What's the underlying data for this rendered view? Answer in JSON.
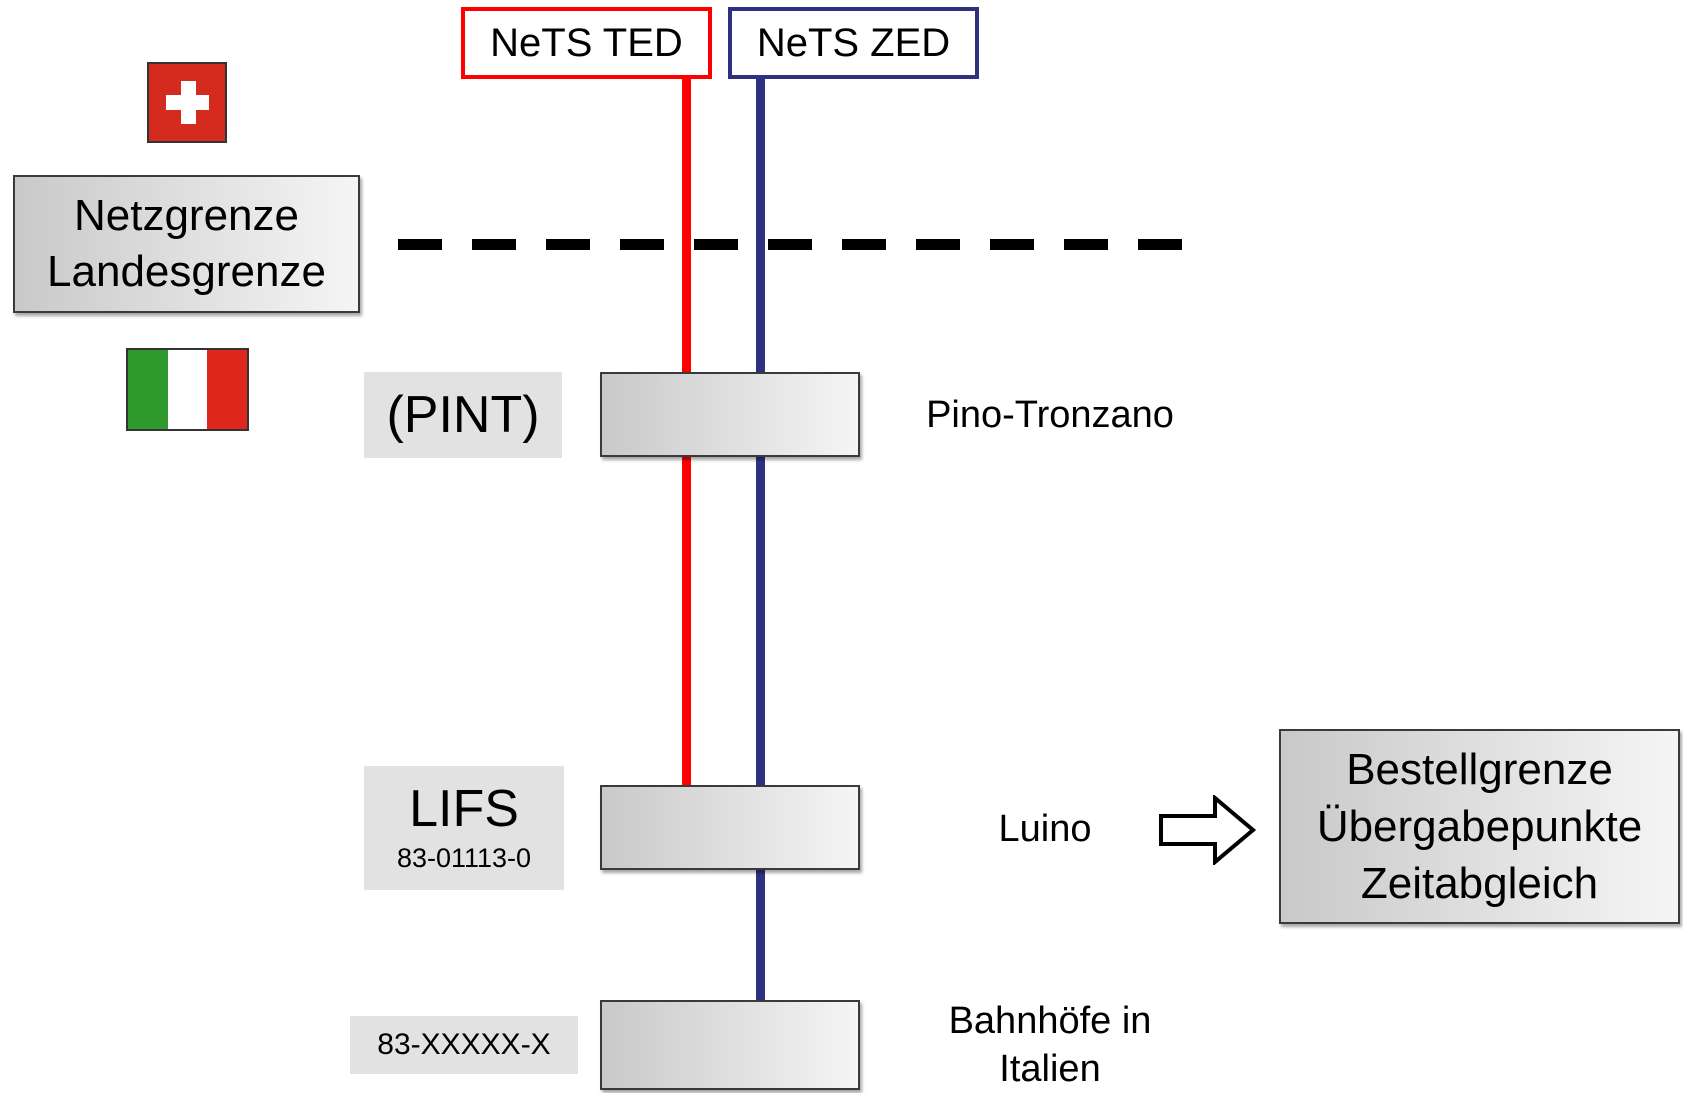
{
  "systems": {
    "ted": {
      "label": "NeTS TED",
      "color": "#ff0000"
    },
    "zed": {
      "label": "NeTS ZED",
      "color": "#2e3180"
    }
  },
  "legend": {
    "line1": "Netzgrenze",
    "line2": "Landesgrenze"
  },
  "flags": {
    "top": "switzerland-flag",
    "bottom": "italy-flag"
  },
  "stations": [
    {
      "code": "(PINT)",
      "number": "",
      "name": "Pino-Tronzano"
    },
    {
      "code": "LIFS",
      "number": "83-01113-0",
      "name": "Luino"
    },
    {
      "code": "",
      "number": "83-XXXXX-X",
      "name_line1": "Bahnhöfe in",
      "name_line2": "Italien"
    }
  ],
  "order_box": {
    "line1": "Bestellgrenze",
    "line2": "Übergabepunkte",
    "line3": "Zeitabgleich"
  },
  "colors": {
    "box_border": "#3a3a3a",
    "code_bg": "#e2e2e2",
    "swiss_red": "#d52b1e",
    "italy_green": "#2e9a2e",
    "italy_red": "#e0271d"
  }
}
